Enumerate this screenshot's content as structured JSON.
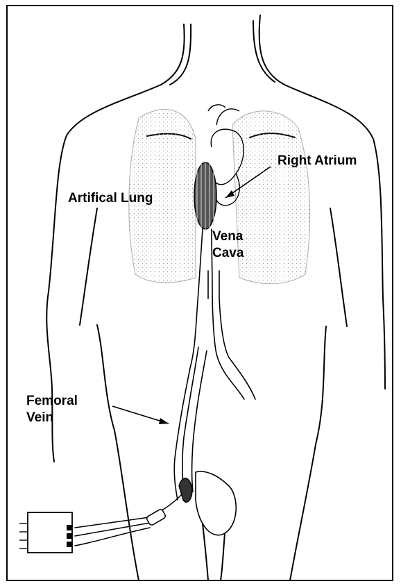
{
  "labels": {
    "right_atrium": "Right Atrium",
    "artificial_lung": "Artifical Lung",
    "vena_cava_line1": "Vena",
    "vena_cava_line2": "Cava",
    "femoral_vein_line1": "Femoral",
    "femoral_vein_line2": "Vein"
  },
  "colors": {
    "line": "#000000",
    "shading": "#8a8a8a",
    "background": "#ffffff"
  }
}
